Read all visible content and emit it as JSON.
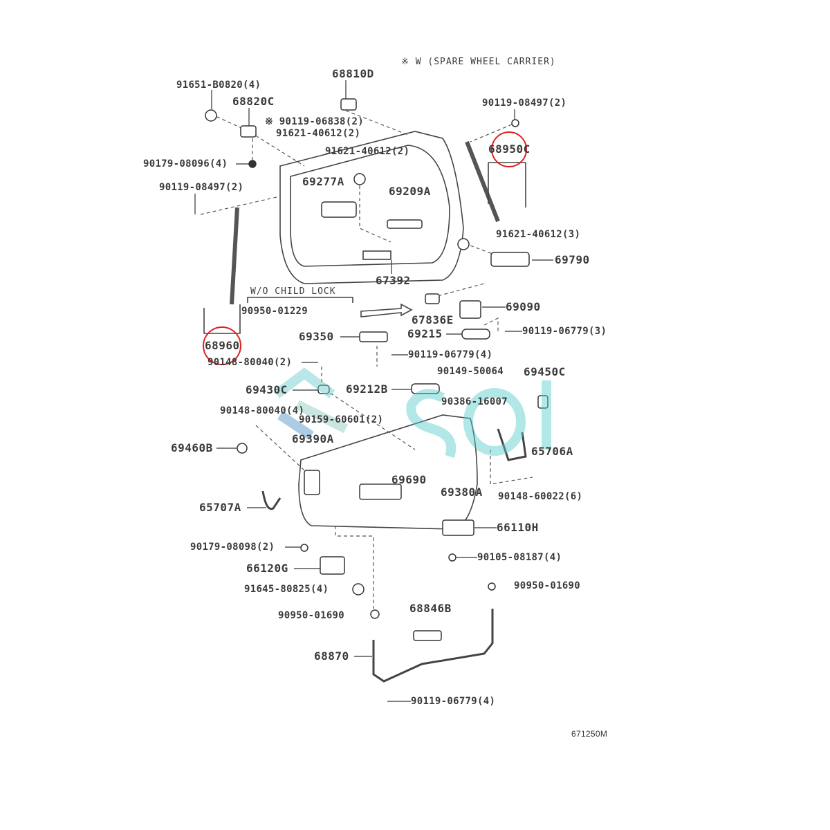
{
  "diagram": {
    "note": "※ W (SPARE WHEEL CARRIER)",
    "child_lock_note": "W/O CHILD LOCK",
    "drawing_code": "671250M",
    "watermark": "SOL",
    "highlight_color": "#e02020",
    "labels": [
      "68810D",
      "91651-B0820(4)",
      "68820C",
      "90119-08497(2)",
      "※ 90119-06838(2)",
      "91621-40612(2)",
      "91621-40612(2)",
      "68950C",
      "90179-08096(4)",
      "90119-08497(2)",
      "69277A",
      "69209A",
      "91621-40612(3)",
      "69790",
      "67392",
      "90950-01229",
      "69090",
      "67836E",
      "69350",
      "69215",
      "90119-06779(3)",
      "68960",
      "90119-06779(4)",
      "90148-80040(2)",
      "90149-50064",
      "69450C",
      "69430C",
      "69212B",
      "90386-16007",
      "90148-80040(4)",
      "90159-60601(2)",
      "69390A",
      "69460B",
      "65706A",
      "69690",
      "69380A",
      "90148-60022(6)",
      "65707A",
      "66110H",
      "90179-08098(2)",
      "90105-08187(4)",
      "66120G",
      "91645-80825(4)",
      "90950-01690",
      "68846B",
      "90950-01690",
      "68870",
      "90119-06779(4)"
    ]
  }
}
